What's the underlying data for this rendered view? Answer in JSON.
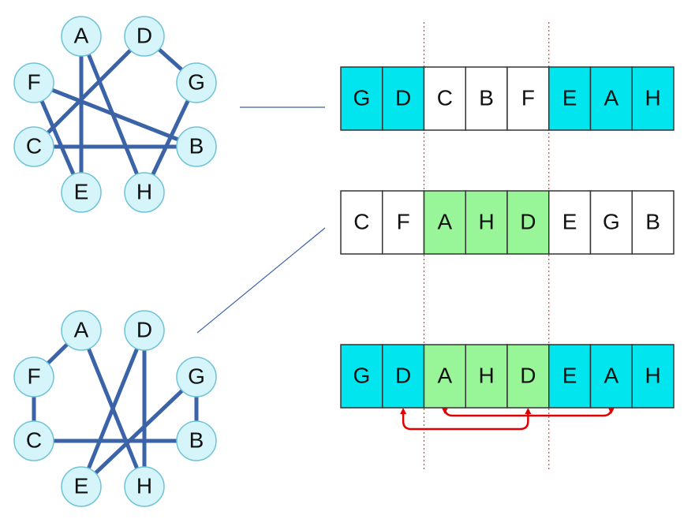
{
  "colors": {
    "cyan": "#00e5ee",
    "green": "#98f598",
    "white": "#ffffff",
    "edge": "#3a63a8",
    "node_fill": "#d5f5fb",
    "node_stroke": "#6fc3d6",
    "cut_line": "#e03a3a",
    "swap_arrow": "#e00000"
  },
  "graphs": [
    {
      "id": "graph-top",
      "nodes": [
        "A",
        "D",
        "F",
        "G",
        "C",
        "B",
        "E",
        "H"
      ],
      "edges": [
        [
          "A",
          "H"
        ],
        [
          "A",
          "E"
        ],
        [
          "D",
          "G"
        ],
        [
          "D",
          "C"
        ],
        [
          "F",
          "B"
        ],
        [
          "F",
          "E"
        ],
        [
          "G",
          "H"
        ],
        [
          "C",
          "B"
        ]
      ]
    },
    {
      "id": "graph-bottom",
      "nodes": [
        "A",
        "D",
        "F",
        "G",
        "C",
        "B",
        "E",
        "H"
      ],
      "edges": [
        [
          "A",
          "F"
        ],
        [
          "A",
          "H"
        ],
        [
          "D",
          "E"
        ],
        [
          "D",
          "H"
        ],
        [
          "F",
          "C"
        ],
        [
          "G",
          "B"
        ],
        [
          "G",
          "E"
        ],
        [
          "C",
          "B"
        ]
      ]
    }
  ],
  "sequences": [
    {
      "id": "sequence-top",
      "cells": [
        {
          "label": "G",
          "color": "cyan"
        },
        {
          "label": "D",
          "color": "cyan"
        },
        {
          "label": "C",
          "color": "white"
        },
        {
          "label": "B",
          "color": "white"
        },
        {
          "label": "F",
          "color": "white"
        },
        {
          "label": "E",
          "color": "cyan"
        },
        {
          "label": "A",
          "color": "cyan"
        },
        {
          "label": "H",
          "color": "cyan"
        }
      ]
    },
    {
      "id": "sequence-middle",
      "cells": [
        {
          "label": "C",
          "color": "white"
        },
        {
          "label": "F",
          "color": "white"
        },
        {
          "label": "A",
          "color": "green"
        },
        {
          "label": "H",
          "color": "green"
        },
        {
          "label": "D",
          "color": "green"
        },
        {
          "label": "E",
          "color": "white"
        },
        {
          "label": "G",
          "color": "white"
        },
        {
          "label": "B",
          "color": "white"
        }
      ]
    },
    {
      "id": "sequence-bottom",
      "cells": [
        {
          "label": "G",
          "color": "cyan"
        },
        {
          "label": "D",
          "color": "cyan"
        },
        {
          "label": "A",
          "color": "green"
        },
        {
          "label": "H",
          "color": "green"
        },
        {
          "label": "D",
          "color": "green"
        },
        {
          "label": "E",
          "color": "cyan"
        },
        {
          "label": "A",
          "color": "cyan"
        },
        {
          "label": "H",
          "color": "cyan"
        }
      ]
    }
  ],
  "crossover_cut_points": [
    2,
    5
  ],
  "swap_arrows": [
    {
      "from_cell": 1,
      "to_cell": 4
    },
    {
      "from_cell": 2,
      "to_cell": 6
    }
  ]
}
